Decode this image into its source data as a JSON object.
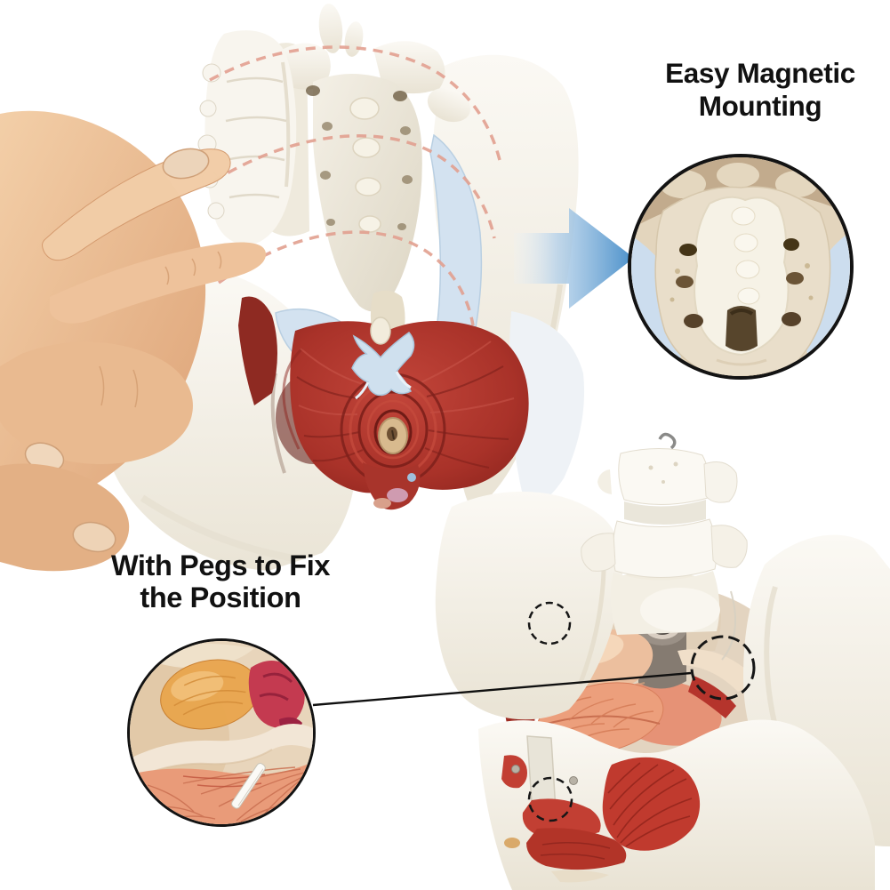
{
  "captions": {
    "magnetic": {
      "line1": "Easy Magnetic",
      "line2": "Mounting"
    },
    "pegs": {
      "line1": "With Pegs to Fix",
      "line2": "the Position"
    }
  },
  "icons": {
    "arrow": "blue-right-arrow-icon",
    "markers": "dashed-circle-peg-markers"
  },
  "colors": {
    "background": "#FFFFFF",
    "caption_text": "#111111",
    "arrow_blue": "#4E92CB",
    "arrow_blue_light": "#CFE2F2",
    "inset_border_black": "#131313",
    "dashed_guide_salmon": "#E2A090",
    "marker_dash_black": "#161616",
    "bone_white": "#F7F4EC",
    "bone_shadow": "#DCD5C3",
    "ligament_blue": "#D3E2F0",
    "muscle_red": "#A93229",
    "muscle_dark_red": "#7C1F1A",
    "anus_tan": "#D8BA8E",
    "skin_tone": "#EDBF97",
    "organ_salmon": "#EB9E7D",
    "uterus_tan": "#ECBF9E",
    "ovary_yellow": "#E5BD58",
    "fimbria_red": "#C43A50",
    "ovary_orange": "#E9A64F",
    "rectum_gray": "#8D8379",
    "peg_white": "#FBFAF6"
  }
}
